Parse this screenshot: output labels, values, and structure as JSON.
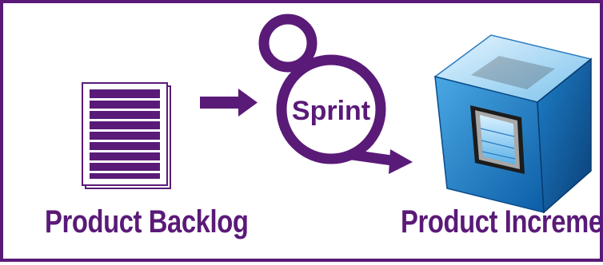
{
  "diagram": {
    "backlog_label": "Product Backlog",
    "sprint_label": "Sprint",
    "increment_label": "Product Increment"
  },
  "colors": {
    "accent": "#5a1a78",
    "cube_light": "#bfe3f7",
    "cube_mid": "#3a9ad9",
    "cube_dark": "#0d4f8f"
  },
  "icons": {
    "backlog": "document-list-icon",
    "cycle": "sprint-cycle-icon",
    "increment": "cube-icon"
  }
}
